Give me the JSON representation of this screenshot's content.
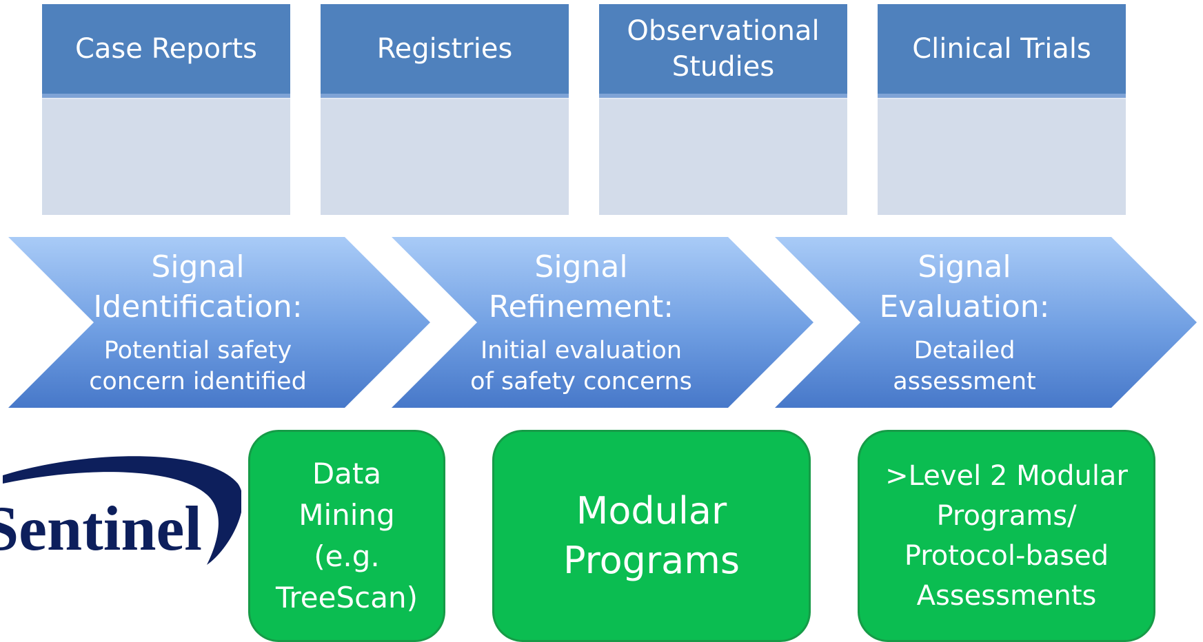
{
  "sources": [
    {
      "label": "Case Reports"
    },
    {
      "label": "Registries"
    },
    {
      "label": "Observational Studies"
    },
    {
      "label": "Clinical Trials"
    }
  ],
  "stages": [
    {
      "title": "Signal Identification:",
      "description": "Potential safety concern identified"
    },
    {
      "title": "Signal Refinement:",
      "description": "Initial evaluation of safety concerns"
    },
    {
      "title": "Signal Evaluation:",
      "description": "Detailed assessment"
    }
  ],
  "logo": {
    "text": "Sentinel",
    "icon": "sentinel-logo-swoosh",
    "color": "#0d1f5c"
  },
  "methods": [
    {
      "label": "Data\nMining\n(e.g.\nTreeScan)"
    },
    {
      "label": "Modular\nPrograms"
    },
    {
      "label": ">Level 2 Modular\nPrograms/\nProtocol-based\nAssessments"
    }
  ],
  "colors": {
    "card_header": "#4f81bd",
    "card_body": "#d3dcea",
    "chevron_top": "#a9cbf7",
    "chevron_bottom": "#4778c9",
    "method_fill": "#0bbd51",
    "method_border": "#169b47"
  }
}
